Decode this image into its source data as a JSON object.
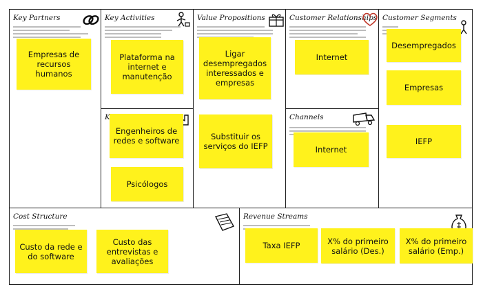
{
  "canvas": {
    "key_partners": {
      "title": "Key Partners",
      "notes": [
        "Empresas de recursos humanos"
      ]
    },
    "key_activities": {
      "title": "Key Activities",
      "notes": [
        "Plataforma na internet e manutenção"
      ]
    },
    "key_resources": {
      "title": "K",
      "notes": [
        "Engenheiros de redes e software",
        "Psicólogos"
      ]
    },
    "value_propositions": {
      "title": "Value Propositions",
      "notes": [
        "Ligar desempregados interessados e empresas",
        "Substituir os serviços do IEFP"
      ]
    },
    "customer_relationships": {
      "title": "Customer Relationships",
      "notes": [
        "Internet"
      ]
    },
    "channels": {
      "title": "Channels",
      "notes": [
        "Internet"
      ]
    },
    "customer_segments": {
      "title": "Customer Segments",
      "notes": [
        "Desempregados",
        "Empresas",
        "IEFP"
      ]
    },
    "cost_structure": {
      "title": "Cost Structure",
      "notes": [
        "Custo da rede e do software",
        "Custo das entrevistas e avaliações"
      ]
    },
    "revenue_streams": {
      "title": "Revenue Streams",
      "notes": [
        "Taxa IEFP",
        "X% do primeiro salário (Des.)",
        "X% do primeiro salário (Emp.)"
      ]
    }
  },
  "colors": {
    "sticky": "#fff21c",
    "border": "#222222",
    "icon_heart": "#c0392b"
  },
  "icons": [
    "chain-link-icon",
    "worker-icon",
    "gift-icon",
    "heart-icon",
    "person-icon",
    "truck-icon",
    "factory-icon",
    "price-tag-icon",
    "money-bag-icon"
  ]
}
